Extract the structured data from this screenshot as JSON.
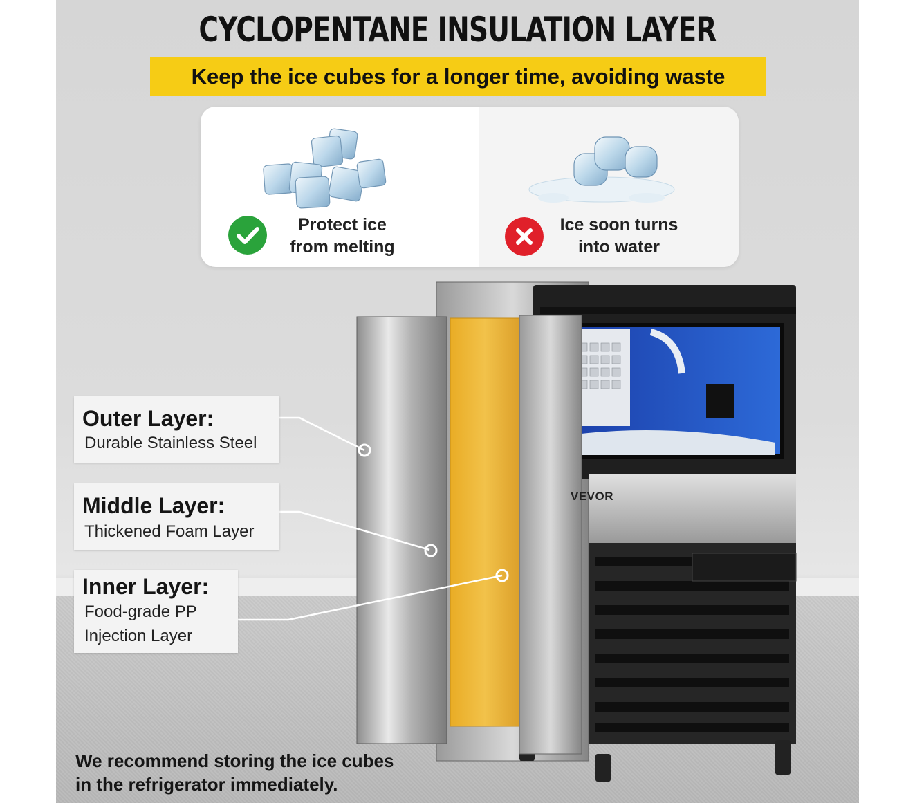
{
  "header": {
    "title": "CYCLOPENTANE INSULATION LAYER",
    "subtitle": "Keep the ice cubes for a longer time, avoiding waste"
  },
  "comparison": {
    "good": {
      "line1": "Protect ice",
      "line2": "from melting",
      "icon": "check-icon"
    },
    "bad": {
      "line1": "Ice soon turns",
      "line2": "into water",
      "icon": "cross-icon"
    }
  },
  "layers": [
    {
      "title": "Outer Layer:",
      "desc1": "Durable Stainless Steel",
      "desc2": ""
    },
    {
      "title": "Middle Layer:",
      "desc1": "Thickened Foam Layer",
      "desc2": ""
    },
    {
      "title": "Inner Layer:",
      "desc1": "Food-grade PP",
      "desc2": "Injection Layer"
    }
  ],
  "product": {
    "brand": "VEVOR"
  },
  "footer": {
    "line1": "We recommend storing the ice cubes",
    "line2": "in the refrigerator immediately."
  },
  "colors": {
    "accent": "#f6cc15",
    "check": "#2aa33b",
    "cross": "#e0202a",
    "foam": "#f0b937"
  }
}
